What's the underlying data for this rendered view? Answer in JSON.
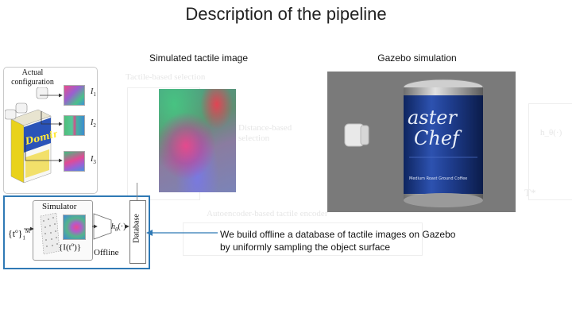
{
  "slide": {
    "title": "Description of the pipeline"
  },
  "background_diagram": {
    "labels": [
      "Tactile-based selection",
      "Distance-based selection",
      "Autoencoder-based tactile encoder"
    ],
    "symbols": [
      "h_θ(·)",
      "T*"
    ]
  },
  "left_diagram": {
    "config_label": "Actual\nconfiguration",
    "box_brand": "Domino",
    "image_labels": [
      "I",
      "I",
      "I"
    ],
    "image_subscripts": [
      "1",
      "2",
      "3"
    ],
    "simulator": {
      "title": "Simulator",
      "points_set": "{t",
      "points_sup": "o",
      "points_sub": "1",
      "points_supM": "M",
      "images_set": "{I(t",
      "images_sup": "o",
      "images_end": ")}",
      "encoder": "h",
      "encoder_sub": "θ",
      "encoder_end": "(·)",
      "offline": "Offline",
      "database": "Database"
    }
  },
  "center": {
    "label": "Simulated tactile image"
  },
  "right": {
    "label": "Gazebo simulation",
    "can_text_1": "aster",
    "can_text_2": "Chef",
    "can_text_small": "Medium Roast Ground Coffee"
  },
  "caption": {
    "text": "We build offline a database of tactile images on Gazebo by uniformly sampling the object surface"
  },
  "colors": {
    "accent_blue": "#2f79b5",
    "can_blue": "#1e3c8c",
    "gazebo_bg": "#7a7a7a"
  }
}
